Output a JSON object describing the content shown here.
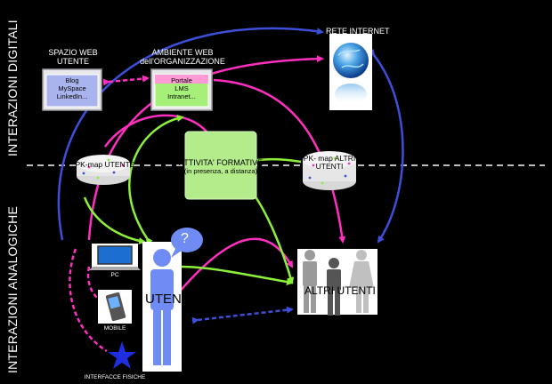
{
  "side_labels": {
    "top": "INTERAZIONI DIGITALI",
    "bottom": "INTERAZIONI ANALOGICHE"
  },
  "spazio_web": {
    "title": "SPAZIO WEB UTENTE",
    "lines": [
      "Blog",
      "MySpace",
      "LinkedIn..."
    ]
  },
  "ambiente_web": {
    "title": "AMBIENTE WEB dell'ORGANIZZAZIONE",
    "lines": [
      "Portale",
      "LMS",
      "Intranet..."
    ]
  },
  "rete_internet": "RETE INTERNET",
  "pk_map_utente": "PK-map UTENTE",
  "attivita": {
    "title": "ATTIVITA' FORMATIVE",
    "subtitle": "(in presenza, a distanza)"
  },
  "pk_map_altri": "PK- map ALTRI UTENTI",
  "devices": {
    "pc": "PC",
    "mobile": "MOBILE",
    "interfacce": "INTERFACCE FISICHE"
  },
  "utente": "UTENTE",
  "question_mark": "?",
  "altri_utenti": "ALTRI UTENTI",
  "colors": {
    "blue": "#3d4fd8",
    "magenta": "#ff2fbf",
    "green": "#8cf03a",
    "utente_fill": "#6f8cf5",
    "activity_fill": "#b4ec8c"
  }
}
